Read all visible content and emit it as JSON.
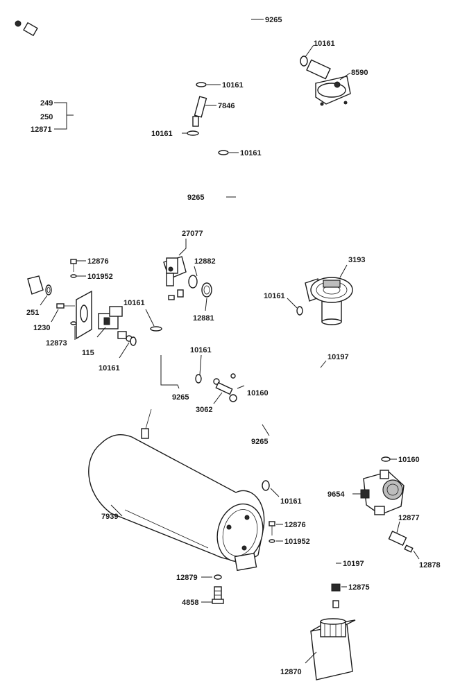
{
  "diagram": {
    "labels": {
      "p249": "249",
      "p250": "250",
      "p12871": "12871",
      "p9265_top": "9265",
      "p10161_a": "10161",
      "p8590": "8590",
      "p10161_b": "10161",
      "p7846": "7846",
      "p10161_c": "10161",
      "p10161_d": "10161",
      "p9265_mid": "9265",
      "p27077": "27077",
      "p12876_a": "12876",
      "p12882": "12882",
      "p3193": "3193",
      "p101952_a": "101952",
      "p251": "251",
      "p10161_e": "10161",
      "p1230": "1230",
      "p12881": "12881",
      "p10161_f": "10161",
      "p12873": "12873",
      "p115": "115",
      "p10161_g": "10161",
      "p10161_h": "10161",
      "p10197_a": "10197",
      "p10160_a": "10160",
      "p9265_low": "9265",
      "p3062": "3062",
      "p9265_right": "9265",
      "p10160_b": "10160",
      "p9654": "9654",
      "p10161_i": "10161",
      "p7939": "7939",
      "p12876_b": "12876",
      "p101952_b": "101952",
      "p12877": "12877",
      "p12878": "12878",
      "p10197_b": "10197",
      "p12879": "12879",
      "p12875": "12875",
      "p4858": "4858",
      "p12870": "12870"
    }
  }
}
